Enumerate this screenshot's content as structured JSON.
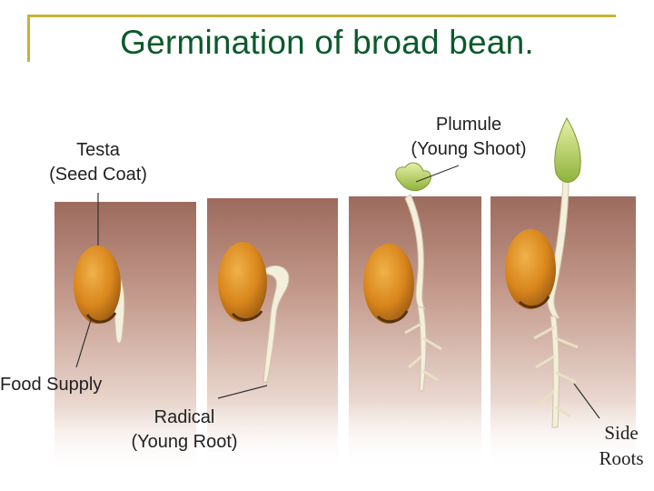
{
  "title": "Germination of broad bean.",
  "labels": {
    "testa_line1": "Testa",
    "testa_line2": "(Seed Coat)",
    "plumule_line1": "Plumule",
    "plumule_line2": "(Young Shoot)",
    "food_supply": "Food Supply",
    "radical_line1": "Radical",
    "radical_line2": "(Young Root)",
    "side_roots_line1": "Side",
    "side_roots_line2": "Roots"
  },
  "colors": {
    "title": "#0b5a2a",
    "accent_bar": "#c8b23a",
    "soil": "#a8786a",
    "seed": "#d98c1f",
    "root": "#f3eed9",
    "shoot": "#b9d56a"
  }
}
